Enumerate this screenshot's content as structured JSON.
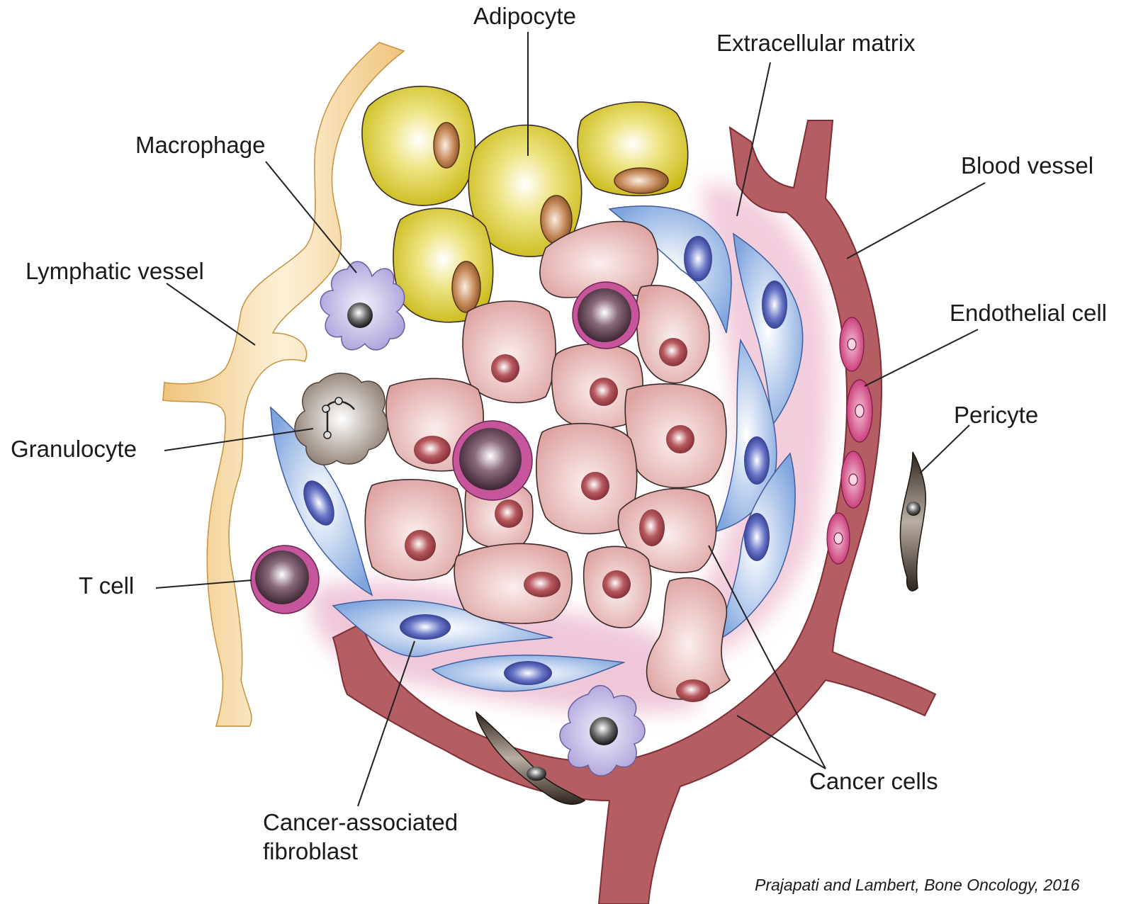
{
  "labels": {
    "adipocyte": "Adipocyte",
    "extracellular_matrix": "Extracellular matrix",
    "macrophage": "Macrophage",
    "blood_vessel": "Blood vessel",
    "lymphatic_vessel": "Lymphatic vessel",
    "endothelial_cell": "Endothelial cell",
    "pericyte": "Pericyte",
    "granulocyte": "Granulocyte",
    "t_cell": "T cell",
    "cancer_cells": "Cancer cells",
    "caf_line1": "Cancer-associated",
    "caf_line2": "fibroblast"
  },
  "citation": "Prajapati and Lambert, Bone Oncology, 2016",
  "colors": {
    "adipocyte": "#d8c61c",
    "cancer_cell": "#e6b1ad",
    "fibroblast": "#8fb3e6",
    "blood_vessel": "#b45d63",
    "lymphatic": "#f1cc86",
    "t_cell_ring": "#c7559b",
    "ecm": "#e8a5c1",
    "pericyte": "#3c2f26",
    "macrophage": "#b8aee0",
    "granulocyte": "#8f8177",
    "endothelial": "#cc3d7c"
  }
}
